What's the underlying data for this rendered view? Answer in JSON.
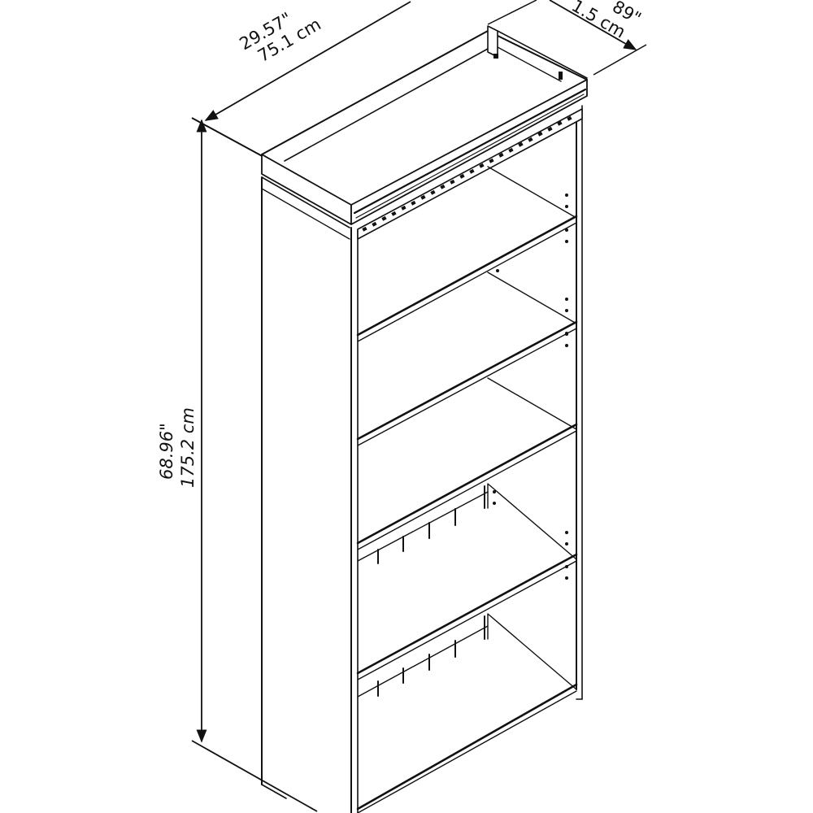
{
  "diagram": {
    "subject": "bookcase",
    "view": "isometric line drawing",
    "background_color": "#ffffff",
    "line_color": "#111111",
    "shelf_count_visible": 5,
    "dimensions": {
      "width": {
        "imperial": "29.57\"",
        "metric": "75.1 cm"
      },
      "height": {
        "imperial": "68.96\"",
        "metric": "175.2 cm"
      },
      "depth": {
        "imperial_visible_fragment": "89\"",
        "metric_visible_fragment": "1.5 cm"
      }
    }
  }
}
